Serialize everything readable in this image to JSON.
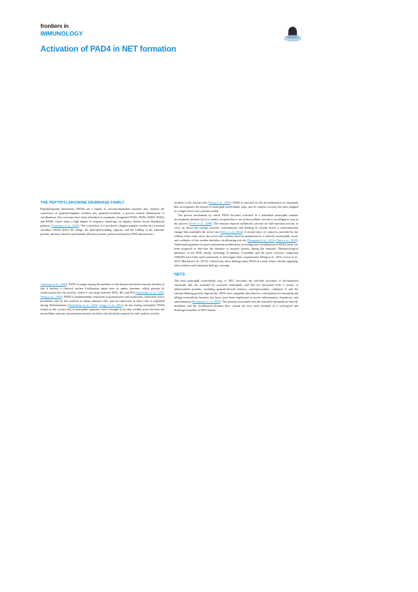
{
  "page": {
    "background": "#ffffff",
    "accent_blue": "#1b8ed6",
    "text_color": "#231f20"
  },
  "header": {
    "brand_top": "frontiers in",
    "brand_journal": "IMMUNOLOGY",
    "article_title": "Activation of PAD4 in NET formation",
    "logo_name": "frontiers-logo"
  },
  "columns": {
    "left": {
      "section_heading": "THE PEPTIDYLARGININE DEIMINASE FAMILY",
      "paragraphs": [
        {
          "id": "left-p1",
          "runs": [
            {
              "type": "text",
              "value": "Peptidylarginine deiminases (PADs) are a family of calcium-dependent enzymes that catalyze the conversion of peptidyl-arginine residues into peptidyl-citrulline, a process termed deimination or citrullination. Five isoforms have been identified in mammals, designated PAD1, PAD2, PAD3, PAD4, and PAD6, which share a high degree of sequence homology yet display distinct tissue distribution patterns ("
            },
            {
              "type": "cite",
              "value": "Vossenaar et al., 2003"
            },
            {
              "type": "text",
              "value": "). The conversion of a positively charged arginine residue into a neutral citrulline residue alters the charge, the hydrogen-bonding capacity, and the folding of the substrate protein, and may therefore profoundly influence protein–protein and protein–DNA interactions ("
            }
          ]
        }
      ],
      "subsection_paragraphs": [
        {
          "id": "left-p2",
          "runs": [
            {
              "type": "text",
              "value": ""
            },
            {
              "type": "cite",
              "value": "Vossenaar et al., 2003"
            },
            {
              "type": "text",
              "value": "). PAD4 is unique among the members of the human and mouse enzyme families in that it harbors a classical nuclear localization signal near its amino terminus, which permits its translocation into the nucleus, where it can target histones H2A, H3, and H4 ("
            },
            {
              "type": "cite",
              "value": "Nakashima et al., 2002"
            },
            {
              "type": "text",
              "value": "; "
            },
            {
              "type": "cite",
              "value": "Wang et al., 2004"
            },
            {
              "type": "text",
              "value": "). PAD4 is predominantly expressed in granulocytes and monocytes, consistent with a prominent role for this isoform in innate immune cells, and its expression in these cells is regulated during differentiation ("
            },
            {
              "type": "cite",
              "value": "Nakashima et al., 2002"
            },
            {
              "type": "text",
              "value": "; "
            },
            {
              "type": "cite",
              "value": "Asaga et al., 2001"
            },
            {
              "type": "text",
              "value": "). In the resting neutrophil, PAD4 resides in the cytosol and in azurophilic granules, and is thought to be only weakly active because the intracellular calcium concentration remains far below the threshold required for full catalytic activity."
            }
          ]
        }
      ]
    },
    "right": {
      "section_heading": "NETs",
      "paragraphs": [
        {
          "id": "right-p1",
          "runs": [
            {
              "type": "text",
              "value": "residues of the histone tails ("
            },
            {
              "type": "cite",
              "value": "Wang et al., 2009"
            },
            {
              "type": "text",
              "value": "). PAD4 is required for the decondensation of chromatin that accompanies the release of neutrophil extracellular traps, and its catalytic activity has been mapped to a single active-site cysteine residue."
            }
          ]
        },
        {
          "id": "right-p2",
          "runs": [
            {
              "type": "text",
              "value": "The precise mechanism by which PAD4 becomes activated in a stimulated neutrophil remains incompletely defined, but it is widely accepted that a rise in intracellular calcium is an obligatory step in the process ("
            },
            {
              "type": "cite",
              "value": "Neeli et al., 2008"
            },
            {
              "type": "text",
              "value": "). The enzyme requires millimolar calcium for half-maximal activity in vitro, far above the resting cytosolic concentration, and binding of calcium drives a conformational change that assembles the active site ("
            },
            {
              "type": "cite",
              "value": "Arita et al., 2004"
            },
            {
              "type": "text",
              "value": "). A second layer of control is provided by the cellular redox state, since the active-site cysteine must be maintained in a reduced, nucleophilic form, and oxidation of this residue abolishes citrullinating activity ("
            },
            {
              "type": "cite",
              "value": "Damgaard et al., 2016"
            },
            {
              "type": "text",
              "value": "; "
            },
            {
              "type": "cite",
              "value": "Zhou et al., 2018"
            },
            {
              "type": "text",
              "value": "). Additional regulation by post-translational modification, including auto-citrullination of PAD4 itself, has been proposed to fine-tune the duration of enzyme activity during the response. Pharmacological inhibitors of the PAD family, including Cl-amidine, F-amidine and the more selective compound GSK484, have been used extensively to interrogate these requirements ("
            },
            {
              "type": "cite-plain",
              "value": "Wang et al., 2012"
            },
            {
              "type": "text",
              "value": "; "
            },
            {
              "type": "cite-plain",
              "value": "Lewis et al., 2015"
            },
            {
              "type": "text",
              "value": "; "
            },
            {
              "type": "cite-plain",
              "value": "Martinod et al., 2013"
            },
            {
              "type": "text",
              "value": "). Collectively, these findings place PAD4 at a node where calcium signaling, redox balance and chromatin biology converge."
            }
          ]
        }
      ],
      "subsection_paragraphs": [
        {
          "id": "right-p3",
          "runs": [
            {
              "type": "text",
              "value": "The term neutrophil extracellular trap, or NET, describes the web-like structures of decondensed chromatin that are extruded by activated neutrophils and that are decorated with a variety of antimicrobial proteins, including granule-derived elastase, myeloperoxidase, cathepsin G and the calcium-binding protein calprotectin. NETs were originally described as a mechanism for ensnaring and killing extracellular bacteria, but have since been implicated in sterile inflammation, thrombosis and autoimmunity ("
            },
            {
              "type": "cite",
              "value": "Brinkmann et al., 2004"
            },
            {
              "type": "text",
              "value": "). The proteins associated with the extruded chromatin are heavily modified, and the citrullinated histones they contain are now used routinely as a serological and histological marker of NET release."
            }
          ]
        }
      ]
    }
  }
}
